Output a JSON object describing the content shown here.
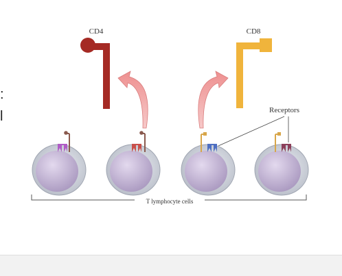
{
  "labels": {
    "cd4": "CD4",
    "cd8": "CD8",
    "receptors": "Receptors",
    "cells": "T lymphocyte cells"
  },
  "cutoff_text": {
    "line1": ":",
    "line2": "l"
  },
  "colors": {
    "cd4": "#a52a24",
    "cd8": "#f0b43c",
    "arrow": "#f0a3a3",
    "cell_outer": "#c4c9d3",
    "cell_nucleus": "#c9bbd6",
    "receptor_purple": "#b05cc6",
    "receptor_red": "#c9504a",
    "receptor_blue": "#4e6fc2",
    "receptor_maroon": "#8c3f5a",
    "stalk_brown": "#8a5a4e",
    "stalk_gold": "#d8a64a"
  }
}
